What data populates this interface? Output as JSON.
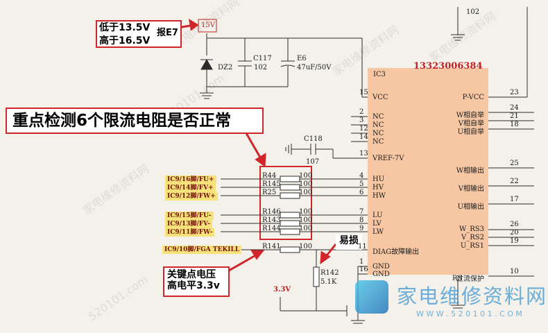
{
  "callouts": {
    "voltage_line1": "低于13.5V",
    "voltage_report": "报E7",
    "voltage_line2": "高于16.5V",
    "main_title": "重点检测6个限流电阻是否正常",
    "damage": "易损",
    "keypoint_line1": "关键点电压",
    "keypoint_line2": "高电平3.3v"
  },
  "components": {
    "v15": "15V",
    "dz2": "DZ2",
    "c117": "C117",
    "c117_val": "102",
    "e6": "E6",
    "e6_val": "47uF/50V",
    "c118": "C118",
    "c118_val": "107",
    "r142": "R142",
    "r142_val": "5.1K",
    "v33": "3.3V",
    "r_top_val": "102",
    "ic3": "IC3",
    "ic_part": "13323006384"
  },
  "resistors": [
    {
      "name": "R44",
      "value": "100",
      "signal": "IC9/16脚/FU+",
      "pin_num": "4",
      "pin": "HU"
    },
    {
      "name": "R145",
      "value": "100",
      "signal": "IC9/14脚/FV+",
      "pin_num": "5",
      "pin": "HV"
    },
    {
      "name": "R25",
      "value": "100",
      "signal": "IC9/12脚/FW+",
      "pin_num": "6",
      "pin": "HW"
    },
    {
      "name": "R146",
      "value": "100",
      "signal": "IC9/15脚/FU-",
      "pin_num": "7",
      "pin": "LU"
    },
    {
      "name": "R143",
      "value": "100",
      "signal": "IC9/13脚/FV-",
      "pin_num": "8",
      "pin": "LV"
    },
    {
      "name": "R144",
      "value": "100",
      "signal": "IC9/11脚/FW-",
      "pin_num": "9",
      "pin": "LW"
    }
  ],
  "r141": {
    "name": "R141",
    "value": "100",
    "signal": "IC9/10脚/FGA TEKILL",
    "pin_num": "11",
    "pin": "DIAG故障输出"
  },
  "ic_left_pins": [
    {
      "num": "15",
      "label": "VCC"
    },
    {
      "num": "2",
      "label": "NC"
    },
    {
      "num": "3",
      "label": "NC"
    },
    {
      "num": "12",
      "label": "NC"
    },
    {
      "num": "14",
      "label": "NC"
    },
    {
      "num": "13",
      "label": "VREF-7V"
    },
    {
      "num": "1",
      "label": "GND"
    },
    {
      "num": "16",
      "label": "GND"
    }
  ],
  "ic_right_pins": [
    {
      "num": "23",
      "label": "P-VCC"
    },
    {
      "num": "24",
      "label": "W相自举"
    },
    {
      "num": "21",
      "label": "V相自举"
    },
    {
      "num": "18",
      "label": "U相自举"
    },
    {
      "num": "25",
      "label": "W相输出"
    },
    {
      "num": "22",
      "label": "V相输出"
    },
    {
      "num": "17",
      "label": "U相输出"
    },
    {
      "num": "26",
      "label": "W_RS3"
    },
    {
      "num": "20",
      "label": "V_RS2"
    },
    {
      "num": "19",
      "label": "U_RS1"
    },
    {
      "num": "10",
      "label": "过流保护"
    }
  ],
  "rs_label": "RS",
  "watermark": {
    "brand": "家电维修资料网",
    "url": "W W W . 5 2 0 1 0 1 . C O M",
    "tile1": "家电维修资料网",
    "tile2": "520101.com"
  },
  "colors": {
    "callout_border": "#d0252a",
    "ic_fill": "#f7c7a4",
    "signal_fill": "#f6e27a",
    "wire": "#2a2a2a"
  }
}
